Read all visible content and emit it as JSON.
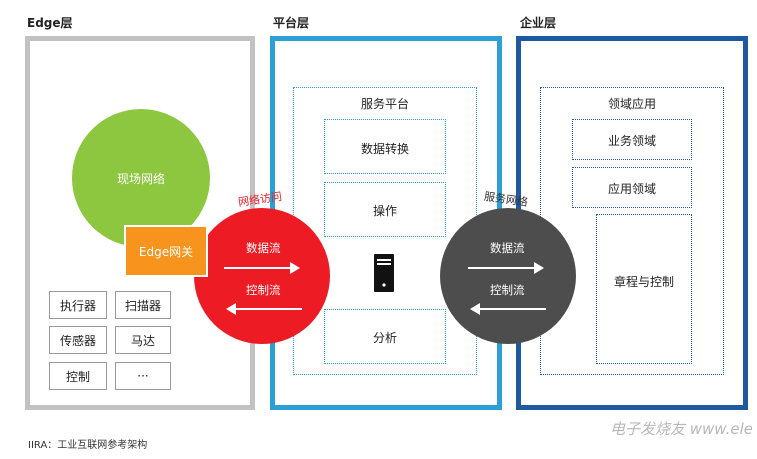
{
  "layers": {
    "edge": {
      "title": "Edge层"
    },
    "platform": {
      "title": "平台层"
    },
    "enterprise": {
      "title": "企业层"
    }
  },
  "edge": {
    "field_network": "现场网络",
    "gateway": "Edge网关",
    "devices": [
      "执行器",
      "扫描器",
      "传感器",
      "马达",
      "控制",
      "···"
    ]
  },
  "platform": {
    "service_platform": "服务平台",
    "data_conversion": "数据转换",
    "operation": "操作",
    "analysis": "分析"
  },
  "enterprise": {
    "domain_apps": "领域应用",
    "business_domain": "业务领域",
    "application_domain": "应用领域",
    "rules_control": "章程与控制"
  },
  "network_access": {
    "title": "网络访问",
    "data_flow": "数据流",
    "control_flow": "控制流"
  },
  "service_network": {
    "title": "服务网络",
    "data_flow": "数据流",
    "control_flow": "控制流"
  },
  "caption": "IIRA：工业互联网参考架构",
  "watermark": "电子发烧友 www.elecfans.com",
  "colors": {
    "edge_border": "#c2c2c2",
    "platform_border": "#2b9fd6",
    "enterprise_border": "#1f5aa0",
    "field_network": "#8dc63f",
    "gateway": "#f7941d",
    "network_access": "#ed1c24",
    "service_network": "#4d4d4d"
  },
  "icons": [
    "server-icon",
    "arrow-right-icon",
    "arrow-left-icon"
  ]
}
